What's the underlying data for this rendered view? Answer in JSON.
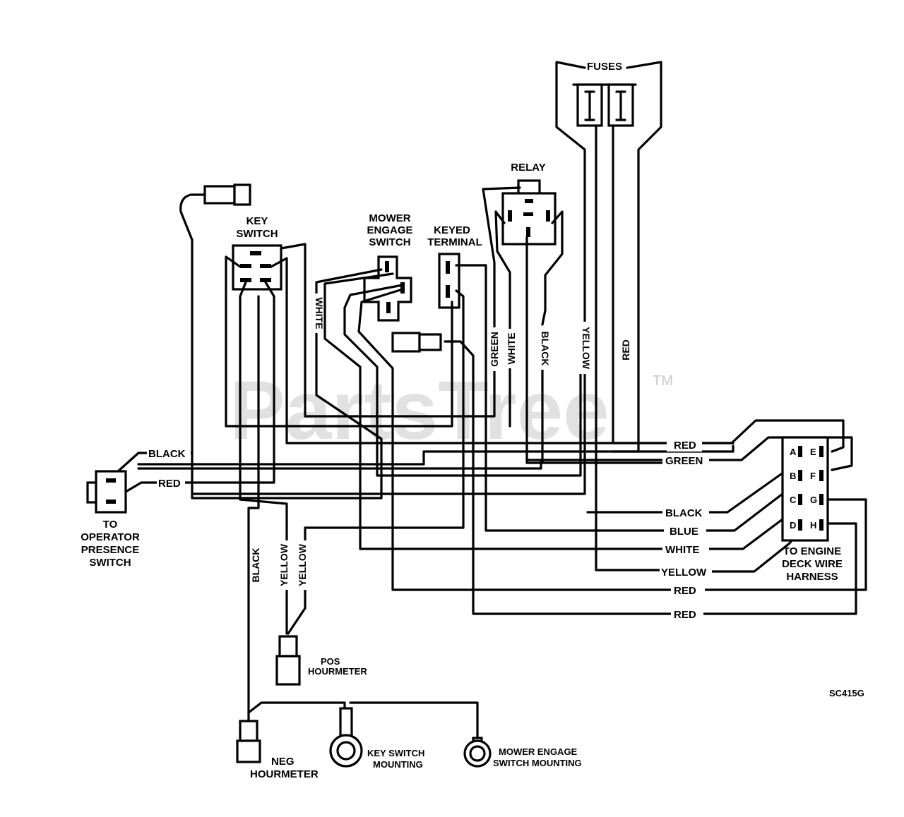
{
  "components": {
    "fuses": "FUSES",
    "relay": "RELAY",
    "key_switch": [
      "KEY",
      "SWITCH"
    ],
    "mower_engage_switch": [
      "MOWER",
      "ENGAGE",
      "SWITCH"
    ],
    "keyed_terminal": [
      "KEYED",
      "TERMINAL"
    ],
    "operator_presence": [
      "TO",
      "OPERATOR",
      "PRESENCE",
      "SWITCH"
    ],
    "engine_deck": [
      "TO ENGINE",
      "DECK WIRE",
      "HARNESS"
    ],
    "pos_hourmeter": [
      "POS",
      "HOURMETER"
    ],
    "neg_hourmeter": [
      "NEG",
      "HOURMETER"
    ],
    "key_switch_mounting": [
      "KEY SWITCH",
      "MOUNTING"
    ],
    "mower_engage_mounting": [
      "MOWER ENGAGE",
      "SWITCH MOUNTING"
    ]
  },
  "connector_pins": [
    "A",
    "B",
    "C",
    "D",
    "E",
    "F",
    "G",
    "H"
  ],
  "wire_labels": {
    "op_black": "BLACK",
    "op_red": "RED",
    "white_mower": "WHITE",
    "green": "GREEN",
    "white_relay": "WHITE",
    "black_relay": "BLACK",
    "yellow_fuse": "YELLOW",
    "red_fuse": "RED",
    "h_red": "RED",
    "h_green": "GREEN",
    "h_black": "BLACK",
    "h_blue": "BLUE",
    "h_white": "WHITE",
    "h_yellow": "YELLOW",
    "h_red2": "RED",
    "h_red3": "RED",
    "v_black": "BLACK",
    "v_yellow1": "YELLOW",
    "v_yellow2": "YELLOW"
  },
  "part_code": "SC415G",
  "watermark": "PartsTree",
  "watermark_tm": "TM"
}
